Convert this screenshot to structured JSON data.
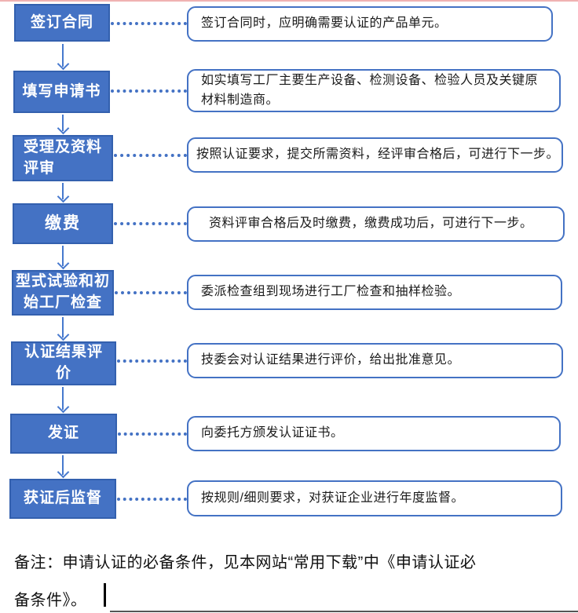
{
  "colors": {
    "accent": "#4472C4",
    "step_fill": "#4472C4",
    "step_border": "#3360AE",
    "note_border": "#4472C4",
    "top_divider": "#F0B2B2",
    "bottom_divider": "#555555"
  },
  "flow": {
    "steps": [
      {
        "label": "签订合同",
        "note": "签订合同时，应明确需要认证的产品单元。"
      },
      {
        "label": "填写申请书",
        "note": "如实填写工厂主要生产设备、检测设备、检验人员及关键原\n材料制造商。"
      },
      {
        "label": "受理及资料\n评审",
        "note": "按照认证要求，提交所需资料，经评审合格后，可进行下一步。"
      },
      {
        "label": "缴费",
        "note": "资料评审合格后及时缴费，缴费成功后，可进行下一步。"
      },
      {
        "label": "型式试验和初\n始工厂检查",
        "note": "委派检查组到现场进行工厂检查和抽样检验。"
      },
      {
        "label": "认证结果评\n价",
        "note": "技委会对认证结果进行评价，给出批准意见。"
      },
      {
        "label": "发证",
        "note": "向委托方颁发认证证书。"
      },
      {
        "label": "获证后监督",
        "note": "按规则/细则要求，对获证企业进行年度监督。"
      }
    ]
  },
  "footer": {
    "note": "备注：申请认证的必备条件，见本网站“常用下载”中《申请认证必\n备条件》。"
  }
}
